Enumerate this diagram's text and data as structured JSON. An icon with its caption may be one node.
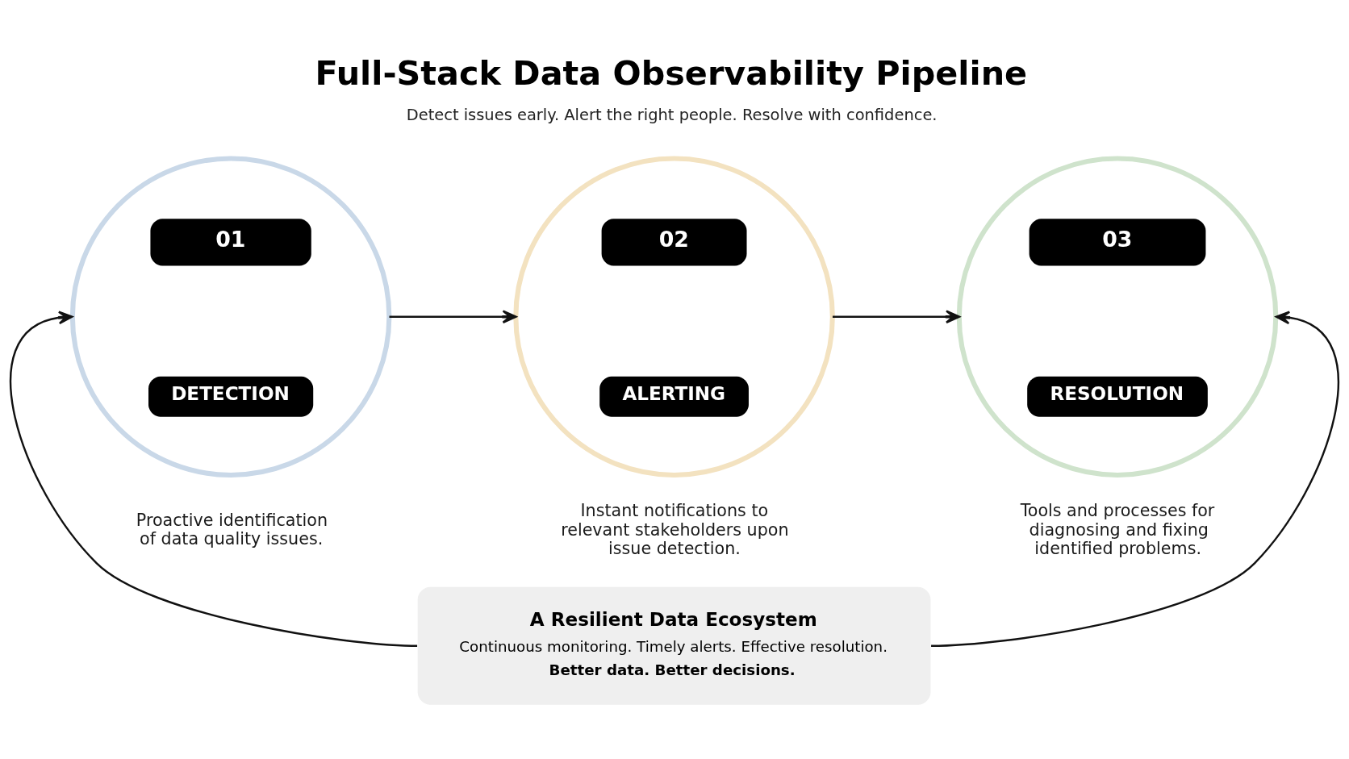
{
  "diagram": {
    "title": "Full-Stack Data Observability Pipeline",
    "nodes": [
      {
        "text": [
          "01",
          "DETECTION"
        ],
        "beside": [
          "Proactive identification of data quality issues."
        ]
      },
      {
        "text": [
          "02",
          "ALERTING"
        ],
        "beside": [
          "Instant notifications to relevant stakeholders upon issue detection."
        ]
      },
      {
        "text": [
          "03",
          "RESOLUTION"
        ],
        "beside": [
          "Tools and processes for diagnosing and fixing identified problems."
        ]
      },
      {
        "text": [
          "A Resilient Data Ecosystem",
          "Continuous monitoring. Timely alerts. Effective resolution.",
          "Better data. Better decisions."
        ]
      }
    ],
    "edges": [
      {
        "from": 0,
        "to": 1,
        "arrow": "to"
      },
      {
        "from": 1,
        "to": 2,
        "arrow": "to"
      },
      {
        "from": 3,
        "to": 0,
        "arrow": "to"
      },
      {
        "from": 3,
        "to": 2,
        "arrow": "to"
      }
    ],
    "labels": [
      "Detect issues early. Alert the right people. Resolve with confidence."
    ]
  }
}
